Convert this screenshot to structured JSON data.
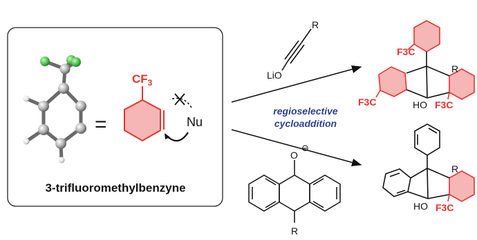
{
  "panel": {
    "caption": "3-trifluoromethylbenzyne",
    "equals": "=",
    "substituent": "CF3",
    "nucleophile": "Nu"
  },
  "center": {
    "line1": "regioselective",
    "line2": "cycloaddition"
  },
  "reagent_top": {
    "substituent": "R",
    "oxygen_group": "LiO"
  },
  "reagent_bottom": {
    "oxygen": "O",
    "charge": "⊖",
    "substituent": "R"
  },
  "product_top": {
    "groups": [
      "F3C",
      "R",
      "HO",
      "F3C",
      "F3C"
    ]
  },
  "product_bottom": {
    "groups": [
      "R",
      "HO",
      "F3C"
    ]
  },
  "colors": {
    "highlight_red": "#e8322e",
    "fill_pink": "#f6b6b6",
    "text_blue": "#2f3f93",
    "fluorine_green": "#4cc24c"
  }
}
